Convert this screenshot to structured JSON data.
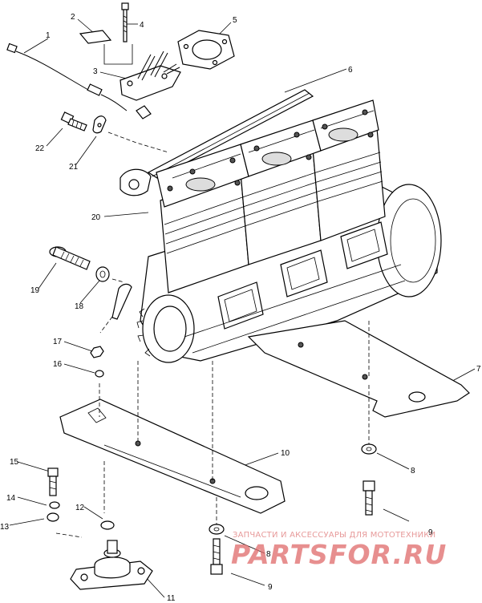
{
  "diagram": {
    "callouts": [
      "1",
      "2",
      "3",
      "4",
      "5",
      "6",
      "7",
      "8",
      "8",
      "9",
      "9",
      "10",
      "11",
      "12",
      "13",
      "14",
      "15",
      "16",
      "17",
      "18",
      "19",
      "20",
      "21",
      "22"
    ]
  },
  "watermark": {
    "tagline": "ЗАПЧАСТИ И АКСЕССУАРЫ ДЛЯ МОТОТЕХНИКИ",
    "logo": "PARTSFOR.RU",
    "color": "#e06a6a"
  }
}
